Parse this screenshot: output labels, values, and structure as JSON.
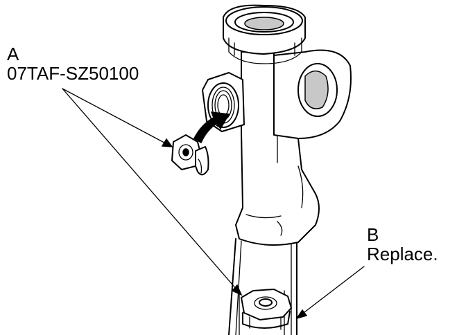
{
  "callouts": {
    "a": {
      "letter": "A",
      "part_number": "07TAF-SZ50100"
    },
    "b": {
      "letter": "B",
      "note": "Replace."
    }
  },
  "colors": {
    "line": "#000000",
    "background": "#ffffff",
    "shade": "#c8c8c8"
  }
}
